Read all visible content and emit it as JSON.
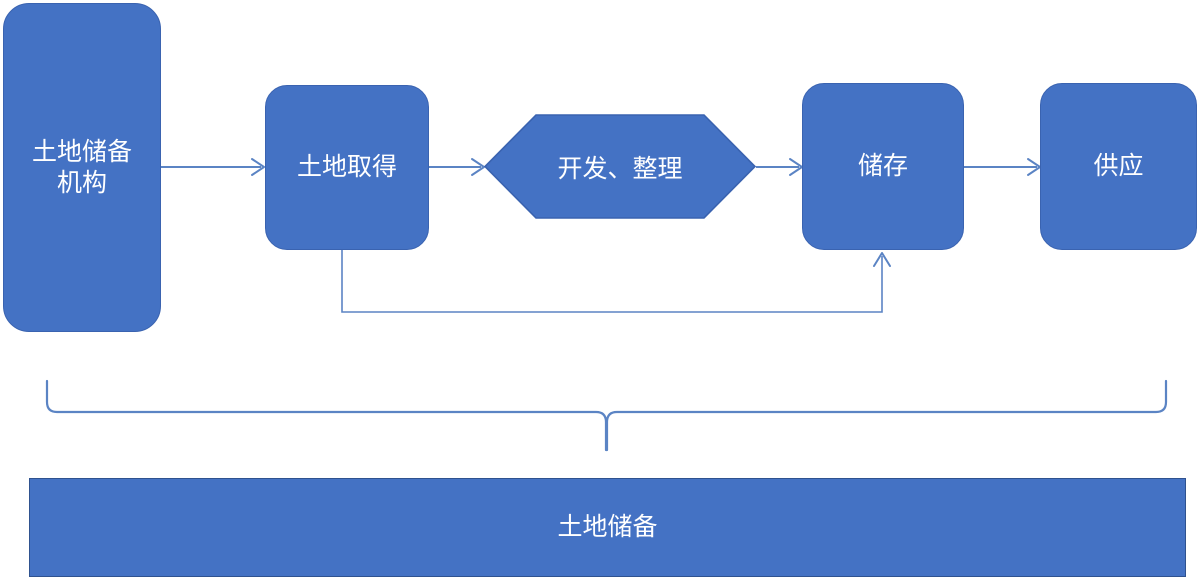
{
  "diagram": {
    "title_text": "土地储备",
    "colors": {
      "node_fill": "#4472C4",
      "node_stroke": "#3A63B0",
      "connector": "#5B84C4",
      "text": "#FFFFFF",
      "background": "#FFFFFF"
    },
    "nodes": [
      {
        "id": "agency",
        "label": "土地储备\n机构",
        "shape": "rounded-rectangle"
      },
      {
        "id": "acquire",
        "label": "土地取得",
        "shape": "rounded-rectangle"
      },
      {
        "id": "develop",
        "label": "开发、整理",
        "shape": "hexagon"
      },
      {
        "id": "store",
        "label": "储存",
        "shape": "rounded-rectangle"
      },
      {
        "id": "supply",
        "label": "供应",
        "shape": "rounded-rectangle"
      }
    ],
    "summary_bar": {
      "label": "土地储备",
      "shape": "rectangle"
    },
    "connectors": [
      {
        "id": "agency-to-acquire",
        "from": "agency",
        "to": "acquire",
        "kind": "arrow"
      },
      {
        "id": "acquire-to-develop",
        "from": "acquire",
        "to": "develop",
        "kind": "arrow"
      },
      {
        "id": "develop-to-store",
        "from": "develop",
        "to": "store",
        "kind": "arrow"
      },
      {
        "id": "store-to-supply",
        "from": "store",
        "to": "supply",
        "kind": "arrow"
      },
      {
        "id": "acquire-to-store-bypass",
        "from": "acquire",
        "to": "store",
        "kind": "elbow-arrow"
      }
    ],
    "brace": {
      "id": "scope-brace",
      "spans": [
        "agency",
        "acquire",
        "develop",
        "store",
        "supply"
      ],
      "points_to": "summary_bar"
    }
  }
}
